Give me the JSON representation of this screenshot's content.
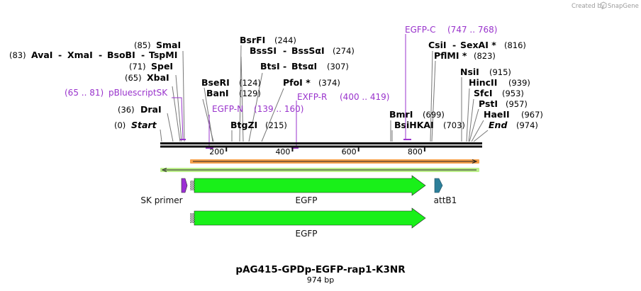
{
  "credit": {
    "prefix": "Created by",
    "brand": "SnapGene"
  },
  "title": "pAG415-GPDp-EGFP-rap1-K3NR",
  "subtitle": "974 bp",
  "seq_length": 974,
  "ruler_ticks": [
    {
      "value": 200,
      "label": "200"
    },
    {
      "value": 400,
      "label": "400"
    },
    {
      "value": 600,
      "label": "600"
    },
    {
      "value": 800,
      "label": "800"
    }
  ],
  "sites": {
    "smai": {
      "name": "SmaI",
      "pos": "(85)"
    },
    "avai": {
      "name": "AvaI",
      "pos": "(83)"
    },
    "xmai": {
      "name": "XmaI"
    },
    "bsobi": {
      "name": "BsoBI"
    },
    "tspmi": {
      "name": "TspMI"
    },
    "spei": {
      "name": "SpeI",
      "pos": "(71)"
    },
    "xbai": {
      "name": "XbaI",
      "pos": "(65)"
    },
    "drai": {
      "name": "DraI",
      "pos": "(36)"
    },
    "start": {
      "name": "Start",
      "pos": "(0)"
    },
    "bsrfi": {
      "name": "BsrFI",
      "pos": "(244)"
    },
    "bsssi": {
      "name": "BssSI"
    },
    "bsssai": {
      "name": "BssSαI",
      "pos": "(274)"
    },
    "btsi": {
      "name": "BtsI"
    },
    "btsai": {
      "name": "BtsαI",
      "pos": "(307)"
    },
    "bseri": {
      "name": "BseRI",
      "pos": "(124)"
    },
    "bani": {
      "name": "BanI",
      "pos": "(129)"
    },
    "pfoi": {
      "name": "PfoI *",
      "pos": "(374)"
    },
    "btgzi": {
      "name": "BtgZI",
      "pos": "(215)"
    },
    "bmri": {
      "name": "BmrI",
      "pos": "(699)"
    },
    "bsihkai": {
      "name": "BsiHKAI",
      "pos": "(703)"
    },
    "csii": {
      "name": "CsiI"
    },
    "sexai": {
      "name": "SexAI *",
      "pos": "(816)"
    },
    "pflmi": {
      "name": "PflMI *",
      "pos": "(823)"
    },
    "nsii": {
      "name": "NsiI",
      "pos": "(915)"
    },
    "hincii": {
      "name": "HincII",
      "pos": "(939)"
    },
    "sfci": {
      "name": "SfcI",
      "pos": "(953)"
    },
    "psti": {
      "name": "PstI",
      "pos": "(957)"
    },
    "haeii": {
      "name": "HaeII",
      "pos": "(967)"
    },
    "end": {
      "name": "End",
      "pos": "(974)"
    }
  },
  "primer_sites": {
    "pbluescriptsk": {
      "name": "pBluescriptSK",
      "range": "(65 .. 81)"
    },
    "egfp_n": {
      "name": "EGFP-N",
      "range": "(139 .. 160)"
    },
    "exfp_r": {
      "name": "EXFP-R",
      "range": "(400 .. 419)"
    },
    "egfp_c": {
      "name": "EGFP-C",
      "range": "(747 .. 768)"
    }
  },
  "features": {
    "sk_primer": {
      "label": "SK primer",
      "color": "#9b2fd4"
    },
    "egfp": {
      "label": "EGFP",
      "color": "#19f019"
    },
    "attb1": {
      "label": "attB1",
      "color": "#2d7f9a"
    },
    "egfp_cds": {
      "label": "EGFP",
      "color": "#19f019"
    }
  },
  "colors": {
    "primer": "#9933cc",
    "orange_bar": "#f5a04a",
    "green_bar": "#bdf08c"
  }
}
